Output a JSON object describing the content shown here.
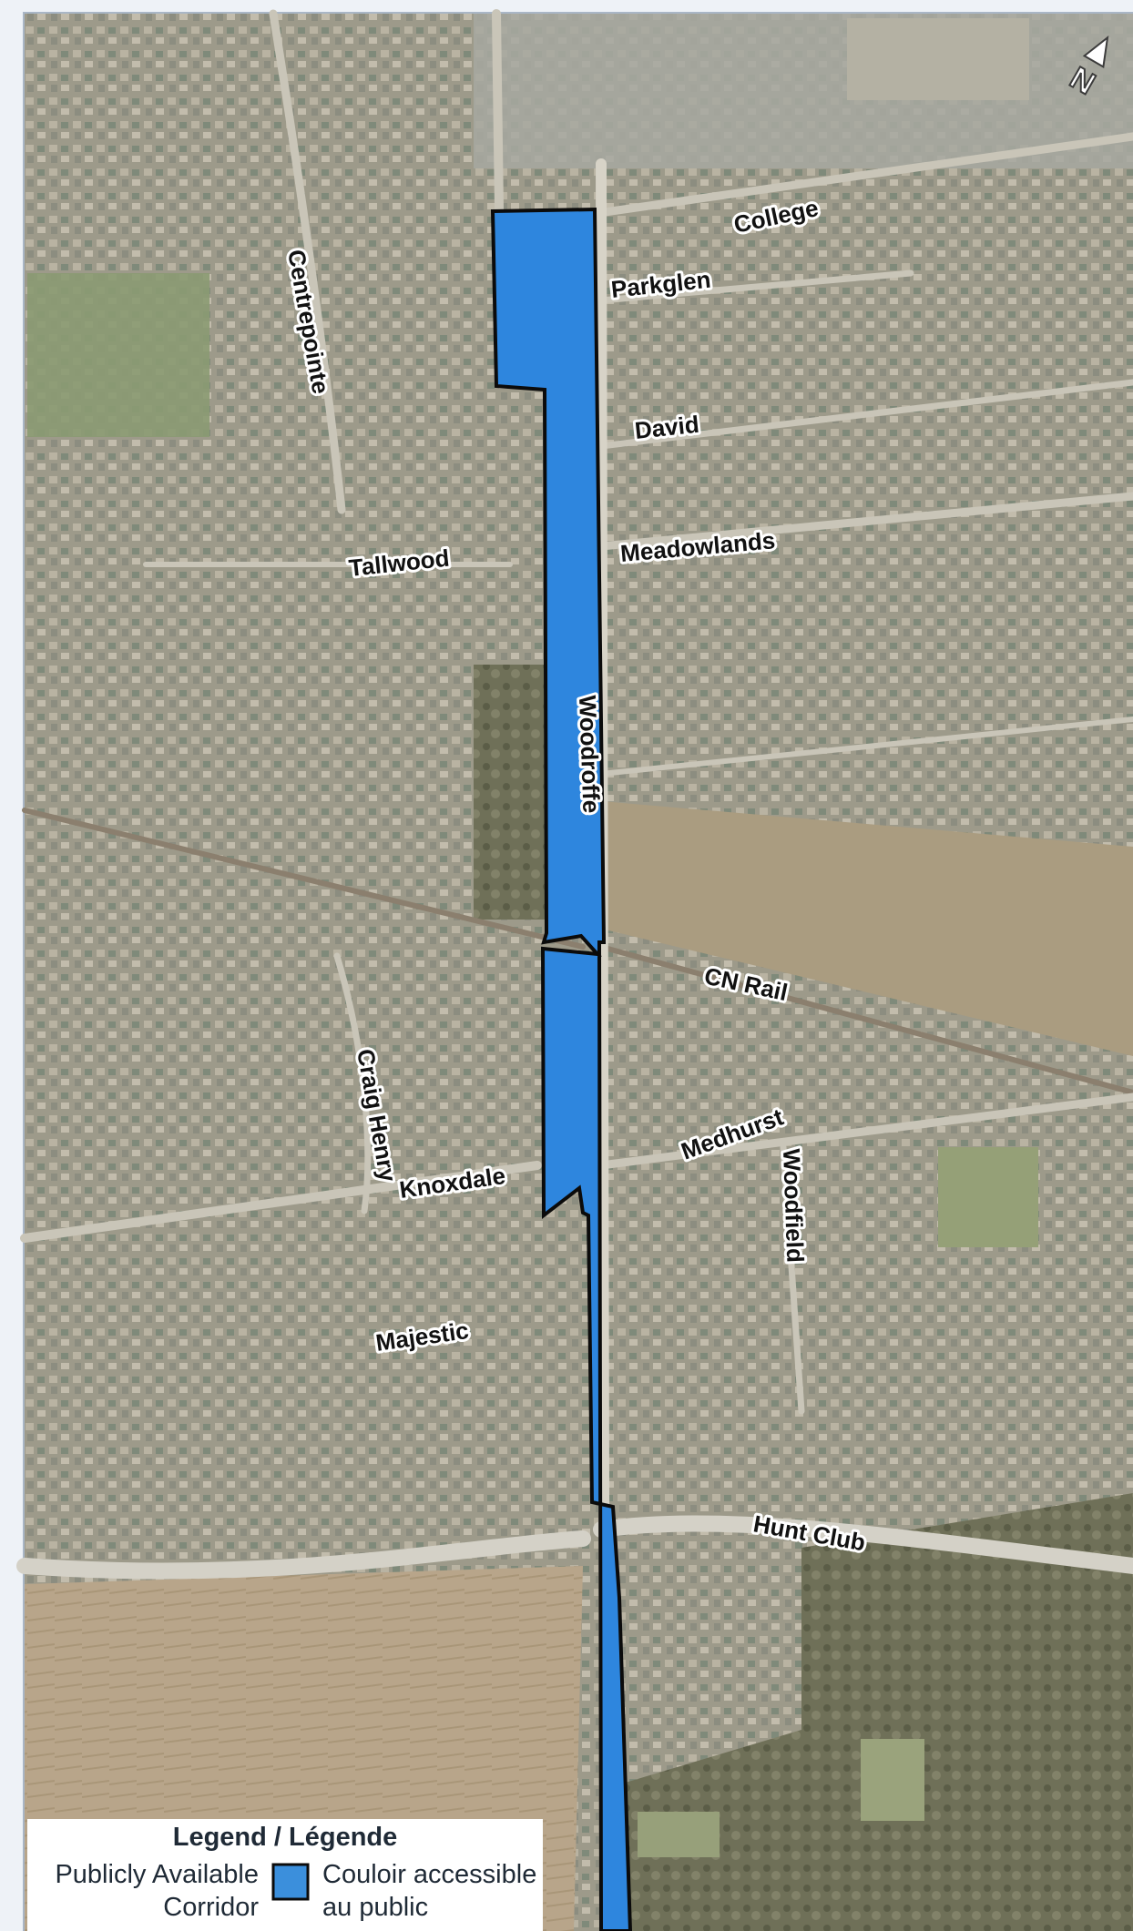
{
  "map": {
    "north_symbol": "N",
    "roads": {
      "college": "College",
      "parkglen": "Parkglen",
      "centrepointe": "Centrepointe",
      "david": "David",
      "meadowlands": "Meadowlands",
      "tallwood": "Tallwood",
      "woodroffe": "Woodroffe",
      "cn_rail": "CN Rail",
      "craig_henry": "Craig Henry",
      "medhurst": "Medhurst",
      "woodfield": "Woodfield",
      "knoxdale": "Knoxdale",
      "majestic": "Majestic",
      "hunt_club": "Hunt Club"
    }
  },
  "legend": {
    "title": "Legend / Légende",
    "item_en_line1": "Publicly Available",
    "item_en_line2": "Corridor",
    "item_fr_line1": "Couloir accessible",
    "item_fr_line2": "au public",
    "swatch_color": "#3b8fdc"
  },
  "colors": {
    "corridor_fill": "#2e86de",
    "corridor_stroke": "#0b0b0b",
    "frame": "#a9b6c6"
  }
}
